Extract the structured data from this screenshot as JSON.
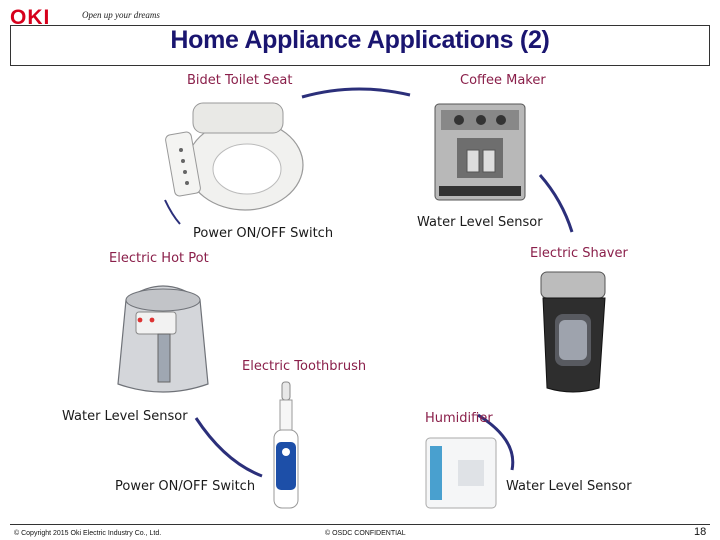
{
  "header": {
    "logo": "OKI",
    "tagline": "Open up your dreams",
    "title": "Home Appliance Applications (2)"
  },
  "appliances": {
    "bidet": {
      "name": "Bidet Toilet Seat"
    },
    "coffee": {
      "name": "Coffee Maker"
    },
    "hotpot": {
      "name": "Electric Hot Pot"
    },
    "shaver": {
      "name": "Electric Shaver"
    },
    "toothbrush": {
      "name": "Electric Toothbrush"
    },
    "humidifier": {
      "name": "Humidifier"
    }
  },
  "sensors": {
    "power_switch_top": "Power ON/OFF Switch",
    "water_level_top": "Water Level Sensor",
    "water_level_left": "Water Level Sensor",
    "power_switch_bottom": "Power ON/OFF Switch",
    "water_level_bottom": "Water Level Sensor"
  },
  "footer": {
    "copyright": "© Copyright 2015 Oki Electric Industry Co., Ltd.",
    "confidential": "© OSDC CONFIDENTIAL",
    "page_number": "18"
  },
  "colors": {
    "logo_red": "#d6001c",
    "title_navy": "#1a1570",
    "arc_navy": "#2b2f7a",
    "appliance_label": "#8a1f4a"
  }
}
